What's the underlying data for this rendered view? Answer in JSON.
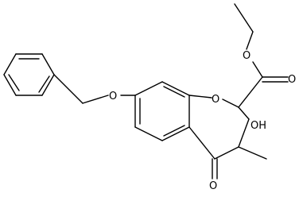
{
  "molecule": {
    "atoms": {
      "o_benzyl_ether": "O",
      "o_ring": "O",
      "o_ester_single": "O",
      "o_ester_carbonyl": "O",
      "oh_group": "OH",
      "o_ketone": "O"
    },
    "colors": {
      "bond": "#000000",
      "label": "#000000",
      "background": "#ffffff"
    }
  }
}
